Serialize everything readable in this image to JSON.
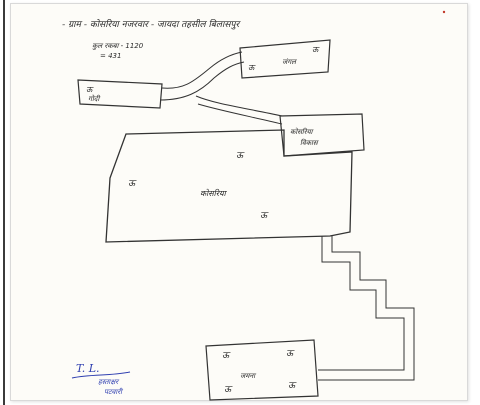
{
  "sketch": {
    "title_line": "- ग्राम - कोसरिया  नजरवार - जायदा  तहसील बिलासपुर",
    "area_line_1": "कुल रकबा - 1120",
    "area_line_2": "= 431",
    "labels": {
      "top_right_box": "जंगल",
      "left_box": "गोदी",
      "right_box_line_1": "कोसरिया",
      "right_box_line_2": "विकास",
      "main_area": "कोसरिया",
      "bottom_box": "जमना"
    },
    "tree_mark": "ऊ"
  },
  "signature": {
    "line_1": "T. L.",
    "line_2": "हस्ताक्षर",
    "line_3": "पटवारी"
  },
  "colors": {
    "pencil": "#2a2a2a",
    "ink_blue": "#2f3fb0",
    "paper": "#fdfcf8",
    "accent_red": "#c23a2a"
  }
}
